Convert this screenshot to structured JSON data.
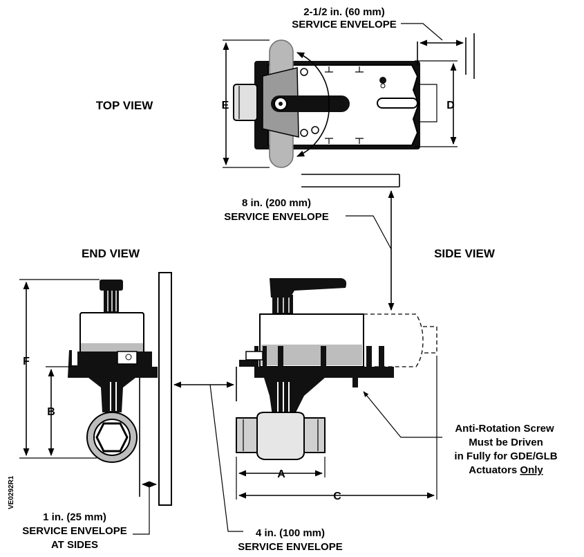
{
  "views": {
    "top": "TOP VIEW",
    "end": "END VIEW",
    "side": "SIDE VIEW"
  },
  "envelopes": {
    "top_line1": "2-1/2 in. (60 mm)",
    "top_line2": "SERVICE ENVELOPE",
    "mid_line1": "8 in. (200 mm)",
    "mid_line2": "SERVICE ENVELOPE",
    "sides_line1": "1 in. (25 mm)",
    "sides_line2": "SERVICE ENVELOPE",
    "sides_line3": "AT SIDES",
    "bottom_line1": "4 in. (100 mm)",
    "bottom_line2": "SERVICE ENVELOPE"
  },
  "dimensions": {
    "a": "A",
    "b": "B",
    "c": "C",
    "d": "D",
    "e": "E",
    "f": "F"
  },
  "note": {
    "line1": "Anti-Rotation Screw",
    "line2": "Must be Driven",
    "line3": "in Fully for GDE/GLB",
    "line4_prefix": "Actuators ",
    "line4_underlined": "Only"
  },
  "drawing_id": "VE0292R1"
}
